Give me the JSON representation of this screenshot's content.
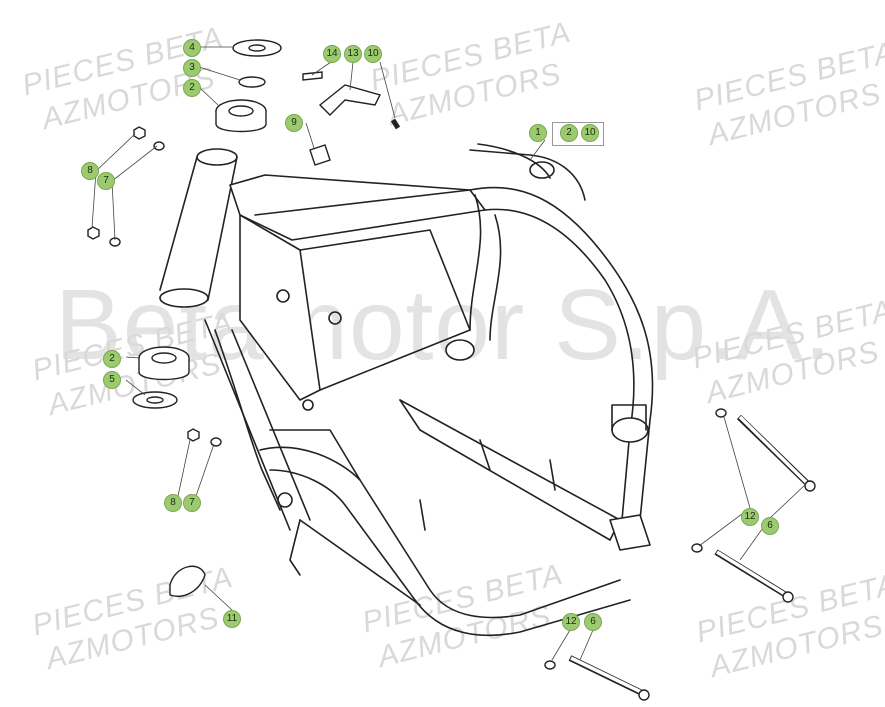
{
  "watermarks": {
    "pieces": "PIECES BETA",
    "azmotors": "AZMOTORS",
    "brand": "Betamotor S.p.A."
  },
  "callouts": {
    "c4": "4",
    "c3": "3",
    "c2a": "2",
    "c14": "14",
    "c13": "13",
    "c10a": "10",
    "c9": "9",
    "c1": "1",
    "c2b": "2",
    "c10b": "10",
    "c8a": "8",
    "c7a": "7",
    "c2c": "2",
    "c5": "5",
    "c8b": "8",
    "c7b": "7",
    "c12a": "12",
    "c6a": "6",
    "c11": "11",
    "c12b": "12",
    "c6b": "6"
  }
}
